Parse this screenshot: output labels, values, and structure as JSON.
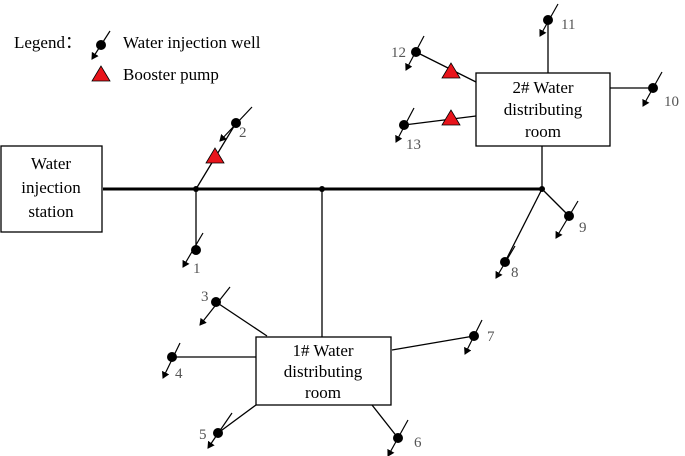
{
  "legend": {
    "title": "Legend：",
    "well_label": "Water injection well",
    "pump_label": "Booster pump"
  },
  "nodes": {
    "station": {
      "line1": "Water",
      "line2": "injection",
      "line3": "station"
    },
    "room1": {
      "line1": "1# Water",
      "line2": "distributing",
      "line3": "room"
    },
    "room2": {
      "line1": "2# Water",
      "line2": "distributing",
      "line3": "room"
    }
  },
  "wells": [
    {
      "id": "1",
      "label": "1"
    },
    {
      "id": "2",
      "label": "2"
    },
    {
      "id": "3",
      "label": "3"
    },
    {
      "id": "4",
      "label": "4"
    },
    {
      "id": "5",
      "label": "5"
    },
    {
      "id": "6",
      "label": "6"
    },
    {
      "id": "7",
      "label": "7"
    },
    {
      "id": "8",
      "label": "8"
    },
    {
      "id": "9",
      "label": "9"
    },
    {
      "id": "10",
      "label": "10"
    },
    {
      "id": "11",
      "label": "11"
    },
    {
      "id": "12",
      "label": "12"
    },
    {
      "id": "13",
      "label": "13"
    }
  ],
  "colors": {
    "line": "#000000",
    "pump": "#e8141b",
    "well": "#000000",
    "number": "#555555"
  },
  "icons": {
    "well": "water-injection-well-icon",
    "pump": "booster-pump-icon"
  }
}
